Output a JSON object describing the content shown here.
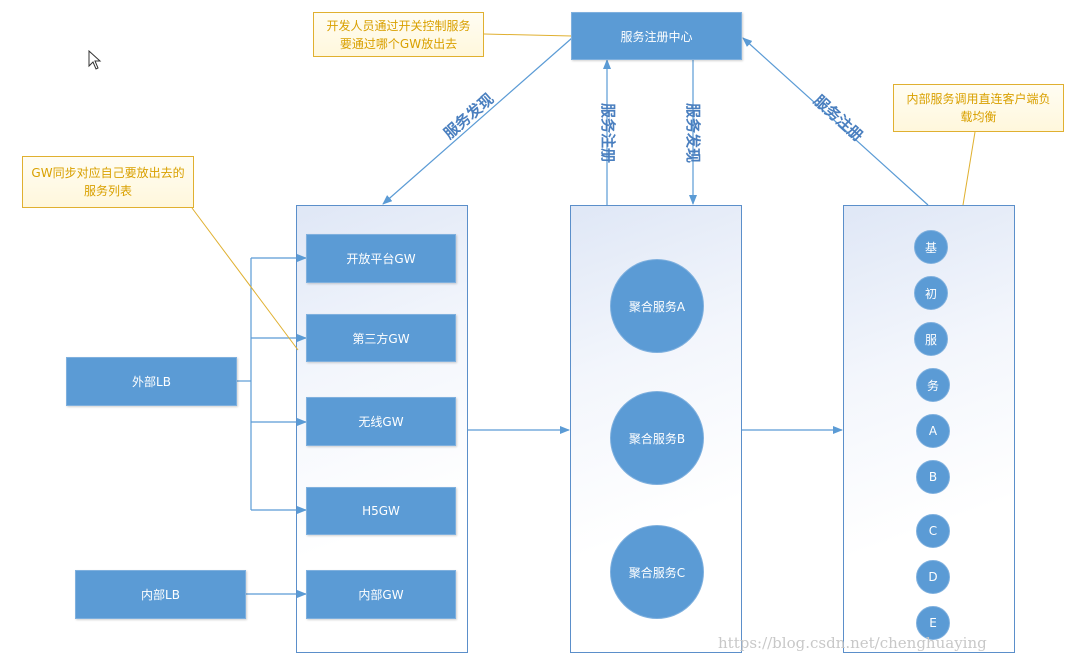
{
  "registry": {
    "label": "服务注册中心"
  },
  "notes": {
    "developer_control": "开发人员通过开关控制服务要通过哪个GW放出去",
    "gw_sync": "GW同步对应自己要放出去的服务列表",
    "internal_lb": "内部服务调用直连客户端负载均衡"
  },
  "edge_labels": {
    "discovery_left": "服务发现",
    "register_mid": "服务注册",
    "discovery_mid": "服务发现",
    "register_right": "服务注册"
  },
  "load_balancers": {
    "external": "外部LB",
    "internal": "内部LB"
  },
  "gateways": [
    {
      "label": "开放平台GW"
    },
    {
      "label": "第三方GW"
    },
    {
      "label": "无线GW"
    },
    {
      "label": "H5GW"
    },
    {
      "label": "内部GW"
    }
  ],
  "aggregate_services": [
    {
      "label": "聚合服务A"
    },
    {
      "label": "聚合服务B"
    },
    {
      "label": "聚合服务C"
    }
  ],
  "base_services": [
    {
      "label": "基"
    },
    {
      "label": "初"
    },
    {
      "label": "服"
    },
    {
      "label": "务"
    },
    {
      "label": "A"
    },
    {
      "label": "B"
    },
    {
      "label": "C"
    },
    {
      "label": "D"
    },
    {
      "label": "E"
    }
  ],
  "watermark": "https://blog.csdn.net/chenghuaying",
  "colors": {
    "box": "#5b9bd5",
    "line": "#5b9bd5",
    "note_border": "#e0b030",
    "note_text": "#d9a000"
  }
}
